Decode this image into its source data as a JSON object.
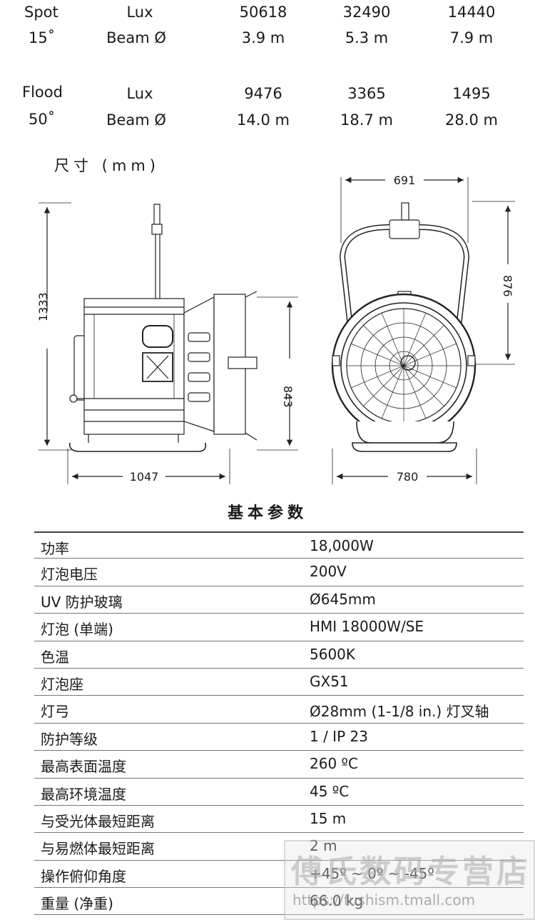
{
  "photometrics": {
    "spot": {
      "mode": "Spot",
      "angle": "15˚",
      "lux_label": "Lux",
      "lux": [
        "50618",
        "32490",
        "14440"
      ],
      "beam_label": "Beam Ø",
      "beam": [
        "3.9 m",
        "5.3 m",
        "7.9 m"
      ]
    },
    "flood": {
      "mode": "Flood",
      "angle": "50˚",
      "lux_label": "Lux",
      "lux": [
        "9476",
        "3365",
        "1495"
      ],
      "beam_label": "Beam Ø",
      "beam": [
        "14.0 m",
        "18.7 m",
        "28.0 m"
      ]
    }
  },
  "dimensions": {
    "title": "尺寸 (mm)",
    "height_total": "1333",
    "height_body": "843",
    "length": "1047",
    "width_yoke": "691",
    "width_body": "780",
    "yoke_height": "876"
  },
  "specs": {
    "title": "基本参数",
    "rows": [
      {
        "k": "功率",
        "v": "18,000W"
      },
      {
        "k": "灯泡电压",
        "v": "200V"
      },
      {
        "k": "UV 防护玻璃",
        "v": "Ø645mm"
      },
      {
        "k": "灯泡",
        "k_small": "(单端)",
        "v": "HMI 18000W/SE"
      },
      {
        "k": "色温",
        "v": "5600K"
      },
      {
        "k": "灯泡座",
        "v": "GX51"
      },
      {
        "k": "灯弓",
        "v": "Ø28mm",
        "v_small": "(1-1/8 in.)",
        "v_after": "灯叉轴"
      },
      {
        "k": "防护等级",
        "v": "1 / IP 23"
      },
      {
        "k": "最高表面温度",
        "v": "260 ºC"
      },
      {
        "k": "最高环境温度",
        "v": "45 ºC"
      },
      {
        "k": "与受光体最短距离",
        "v": "15 m"
      },
      {
        "k": "与易燃体最短距离",
        "v": "2 m"
      },
      {
        "k": "操作俯仰角度",
        "v": "+45º ~ 0º ~ -45º"
      },
      {
        "k": "重量",
        "k_small": "(净重)",
        "v": "66.0 kg"
      }
    ]
  },
  "watermark": {
    "name": "傅氏数码专营店",
    "url": "https://fushism.tmall.com"
  }
}
